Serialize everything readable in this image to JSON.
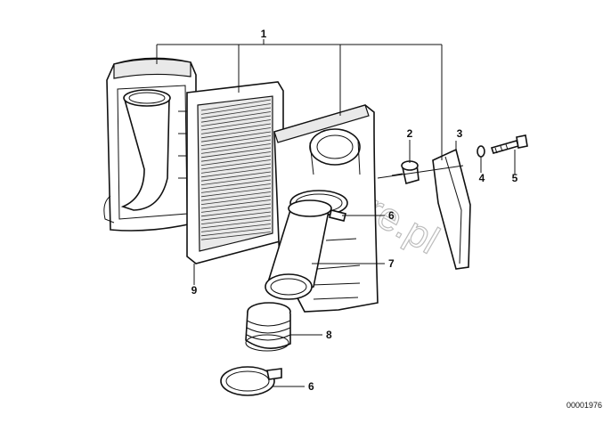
{
  "diagram": {
    "callouts": {
      "c1": "1",
      "c2": "2",
      "c3": "3",
      "c4": "4",
      "c5": "5",
      "c6a": "6",
      "c6b": "6",
      "c7": "7",
      "c8": "8",
      "c9": "9"
    },
    "reference_number": "00001976",
    "watermark": "www.bmwstore.pl"
  }
}
